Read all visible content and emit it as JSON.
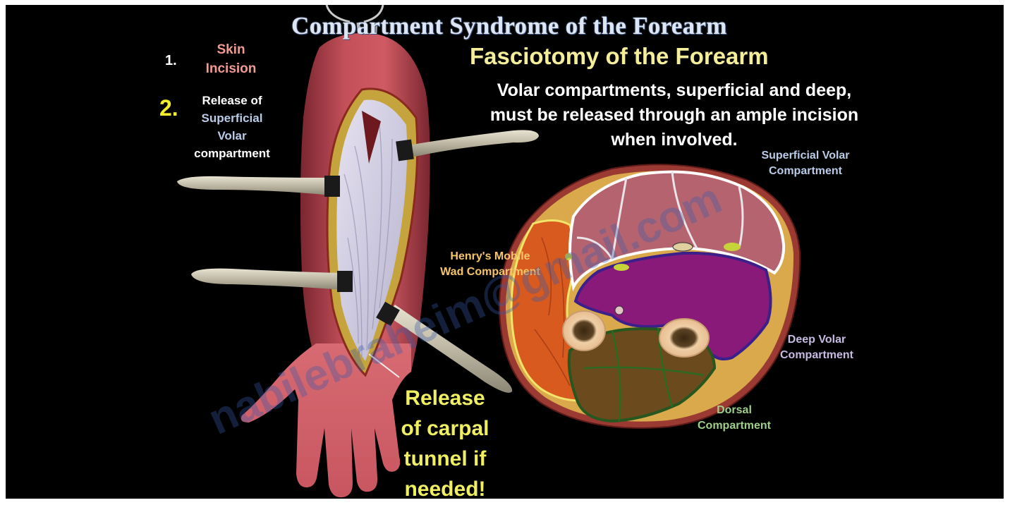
{
  "title": "Compartment Syndrome of the Forearm",
  "subtitle": "Fasciotomy of the Forearm",
  "description": "Volar compartments, superficial and deep, must be released through an ample incision when involved.",
  "steps": [
    {
      "number": "1.",
      "lines": [
        "Skin",
        "Incision"
      ]
    },
    {
      "number": "2.",
      "lines": [
        "Release of",
        "Superficial",
        "Volar",
        "compartment"
      ]
    }
  ],
  "callouts": {
    "carpal_tunnel": "Release of carpal tunnel if needed!",
    "superficial_volar": "Superficial Volar Compartment",
    "henry_mobile_wad": "Henry's Mobile Wad Compartment",
    "deep_volar": "Deep Volar Compartment",
    "dorsal": "Dorsal Compartment"
  },
  "watermark": "nabilebraheim@gmail.com",
  "colors": {
    "background": "#000000",
    "title": "#dde6f4",
    "subtitle": "#f4ee9a",
    "step_number_2": "#f3ee2c",
    "skin_incision": "#f09a92",
    "superficial_volar": "#b9cbe6",
    "henry": "#f5c66a",
    "deep_volar": "#8a1a7a",
    "dorsal": "#6b4a1e",
    "carpal": "#f0ef62"
  }
}
